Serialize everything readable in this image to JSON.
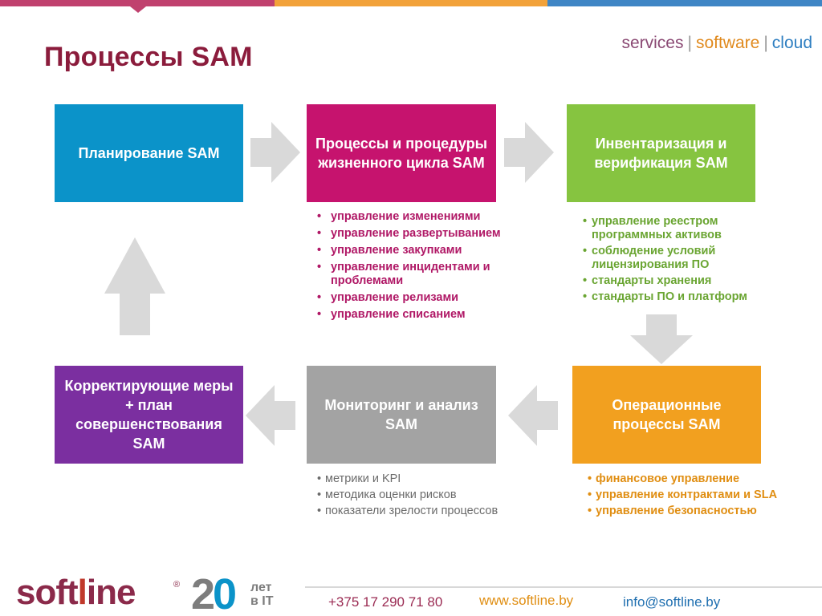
{
  "header": {
    "title": "Процессы SAM",
    "tagline": {
      "services": "services",
      "software": "software",
      "cloud": "cloud",
      "separator": "|"
    }
  },
  "boxes": {
    "planning": {
      "label": "Планирование SAM",
      "color": "#0b93c9"
    },
    "lifecycle": {
      "label": "Процессы и процедуры жизненного цикла SAM",
      "color": "#c6136e"
    },
    "inventory": {
      "label": "Инвентаризация и верификация SAM",
      "color": "#86c440"
    },
    "operations": {
      "label": "Операционные процессы SAM",
      "color": "#f2a01f"
    },
    "monitoring": {
      "label": "Мониторинг и анализ SAM",
      "color": "#a3a3a3"
    },
    "corrective": {
      "label": "Корректирующие меры + план совершенствования SAM",
      "color": "#7b2fa0"
    }
  },
  "lists": {
    "lifecycle": {
      "bullet": "•",
      "items": [
        "управление изменениями",
        "управление развертыванием",
        "управление закупками",
        "управление инцидентами и проблемами",
        "управление релизами",
        "управление списанием"
      ]
    },
    "inventory": {
      "bullet": "•",
      "items": [
        "управление реестром программных активов",
        "соблюдение условий лицензирования ПО",
        "стандарты хранения",
        "стандарты ПО и платформ"
      ]
    },
    "monitoring": {
      "bullet": "•",
      "items": [
        "метрики и KPI",
        "методика оценки рисков",
        "показатели зрелости процессов"
      ]
    },
    "operations": {
      "bullet": "•",
      "items": [
        "финансовое управление",
        "управление контрактами и SLA",
        "управление безопасностью"
      ]
    }
  },
  "footer": {
    "logo": {
      "soft": "soft",
      "l": "l",
      "ine": "ine",
      "reg": "®",
      "digit2": "2",
      "digit0": "0",
      "years_line1": "лет",
      "years_line2": "в IT"
    },
    "phone": "+375 17 290 71 80",
    "website": "www.softline.by",
    "email": "info@softline.by"
  },
  "colors": {
    "arrow": "#d9d9d9",
    "title": "#8b1c3c"
  }
}
